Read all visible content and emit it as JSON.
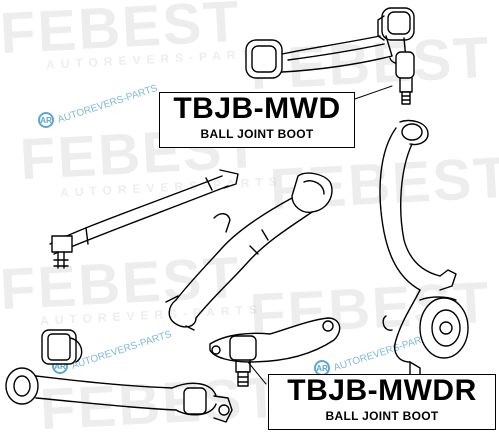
{
  "watermark": {
    "brand": "FEBEST",
    "tagline": "AUTOREVERS-PARTS",
    "site_mark": "AUTOREVERS-PARTS",
    "icon_letters": "AR"
  },
  "labels": {
    "upper": {
      "code": "TBJB-MWD",
      "description": "BALL JOINT BOOT"
    },
    "lower": {
      "code": "TBJB-MWDR",
      "description": "BALL JOINT BOOT"
    }
  },
  "colors": {
    "line": "#000000",
    "watermark": "#000000",
    "ar_mark": "#5aa6d6"
  }
}
